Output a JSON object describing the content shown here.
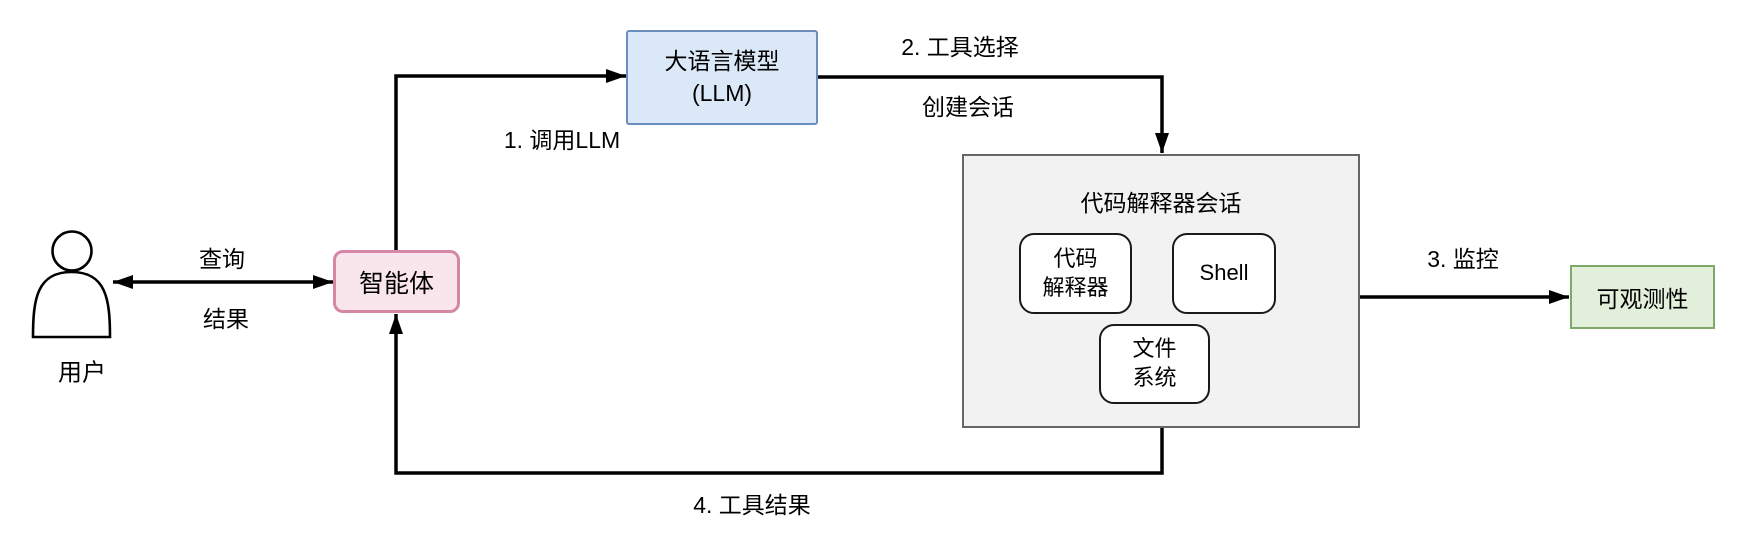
{
  "nodes": {
    "user": {
      "label": "用户"
    },
    "agent": {
      "label": "智能体",
      "fill": "#f9e6ec",
      "border": "#d687a5"
    },
    "llm": {
      "line1": "大语言模型",
      "line2": "(LLM)",
      "fill": "#dbe8f8",
      "border": "#6c8ebf"
    },
    "session": {
      "title": "代码解释器会话",
      "fill": "#f2f2f2",
      "border": "#666666",
      "tools": [
        {
          "line1": "代码",
          "line2": "解释器"
        },
        {
          "line1": "Shell",
          "line2": ""
        },
        {
          "line1": "文件",
          "line2": "系统"
        }
      ]
    },
    "observability": {
      "label": "可观测性",
      "fill": "#e1efdb",
      "border": "#7ea968"
    }
  },
  "edges": {
    "query": "查询",
    "result": "结果",
    "step1": "1. 调用LLM",
    "step2": "2. 工具选择",
    "step2_sub": "创建会话",
    "step3": "3. 监控",
    "step4": "4. 工具结果"
  },
  "colors": {
    "line": "#000000",
    "tool_border": "#1a1a1a"
  }
}
